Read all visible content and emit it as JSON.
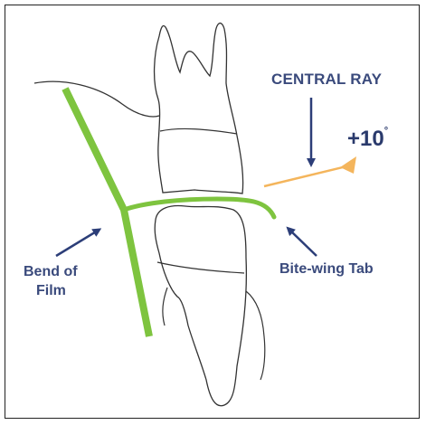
{
  "labels": {
    "central_ray": "CENTRAL RAY",
    "angle_value": "+10",
    "angle_unit": "°",
    "bend_line1": "Bend of",
    "bend_line2": "Film",
    "bitewing_tab": "Bite-wing Tab"
  },
  "colors": {
    "film": "#7ec43f",
    "ray": "#f4b55c",
    "text": "#3a4a7c",
    "arrow": "#2c3e78",
    "outline": "#333333"
  }
}
